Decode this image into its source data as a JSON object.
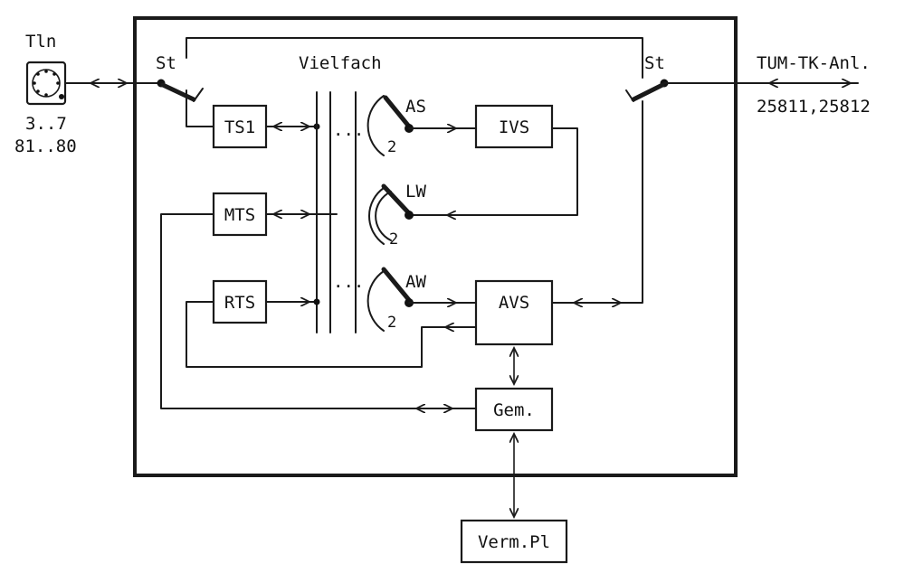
{
  "labels": {
    "subscriber": "Tln",
    "subscriber_numbers_1": "3..7",
    "subscriber_numbers_2": "81..80",
    "switch_left": "St",
    "switch_right": "St",
    "matrix": "Vielfach",
    "external": "TUM-TK-Anl.",
    "external_numbers": "25811,25812",
    "dots_top": "...",
    "dots_bottom": "..."
  },
  "boxes": {
    "ts1": "TS1",
    "mts": "MTS",
    "rts": "RTS",
    "ivs": "IVS",
    "avs": "AVS",
    "gem": "Gem.",
    "verm": "Verm.Pl"
  },
  "selectors": {
    "as": "AS",
    "lw": "LW",
    "aw": "AW",
    "as_count": "2",
    "lw_count": "2",
    "aw_count": "2"
  }
}
